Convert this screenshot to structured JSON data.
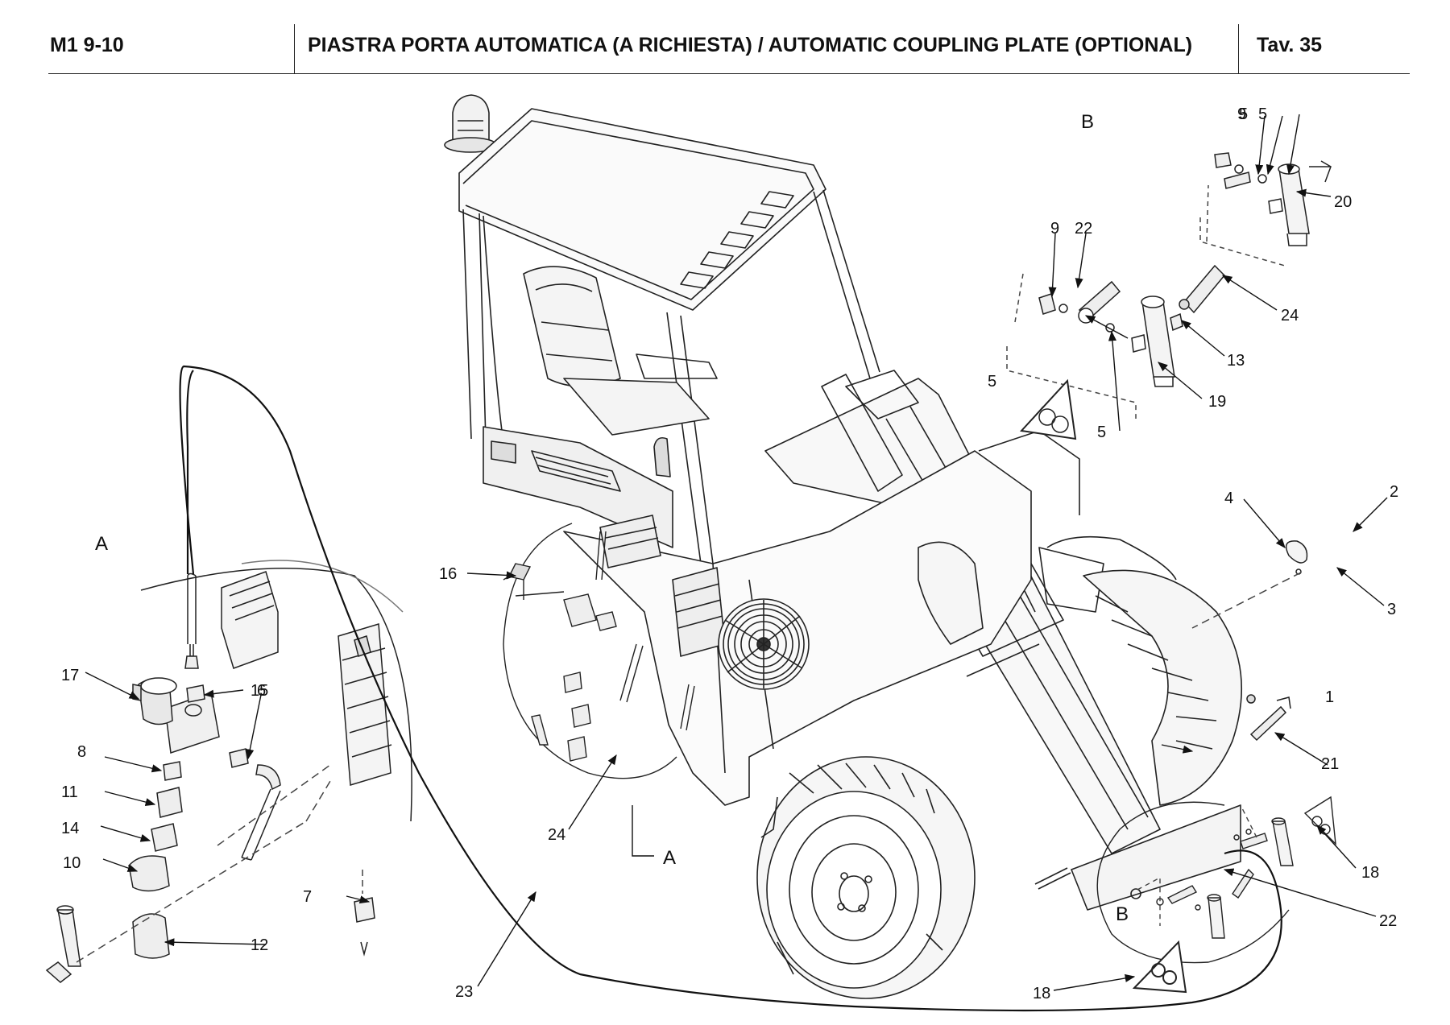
{
  "header": {
    "model": "M1 9-10",
    "title": "PIASTRA PORTA AUTOMATICA (A RICHIESTA) / AUTOMATIC COUPLING PLATE (OPTIONAL)",
    "table": "Tav. 35"
  },
  "views": {
    "a": "A",
    "b": "B"
  },
  "callouts": {
    "n1": "1",
    "n2": "2",
    "n3": "3",
    "n4": "4",
    "n5": "5",
    "n6": "6",
    "n7": "7",
    "n8": "8",
    "n9": "9",
    "n10": "10",
    "n11": "11",
    "n12": "12",
    "n13": "13",
    "n14": "14",
    "n15": "15",
    "n16": "16",
    "n17": "17",
    "n18": "18",
    "n19": "19",
    "n20": "20",
    "n21": "21",
    "n22": "22",
    "n23": "23",
    "n24": "24"
  }
}
